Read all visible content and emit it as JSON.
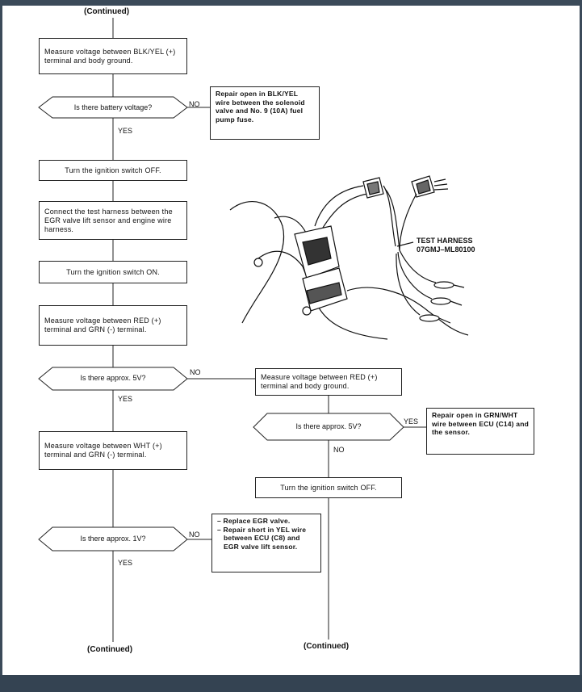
{
  "continued_top": "(Continued)",
  "continued_bottom_left": "(Continued)",
  "continued_bottom_right": "(Continued)",
  "steps": {
    "s1": "Measure voltage between BLK/YEL (+) terminal and body ground.",
    "s2": "Turn the ignition switch OFF.",
    "s3": "Connect the test harness between the EGR valve lift sensor and engine wire harness.",
    "s4": "Turn the ignition switch ON.",
    "s5": "Measure voltage between RED (+) terminal and GRN (-) terminal.",
    "s6": "Measure voltage between WHT (+) terminal and GRN (-) terminal.",
    "r1": "Measure voltage between RED (+) terminal and body ground.",
    "r2": "Turn the ignition switch OFF."
  },
  "decisions": {
    "d1": "Is there battery voltage?",
    "d2": "Is there approx. 5V?",
    "d3": "Is there approx. 1V?",
    "d4": "Is there approx. 5V?"
  },
  "answers": {
    "yes": "YES",
    "no": "NO"
  },
  "repairs": {
    "rep1": "Repair open in BLK/YEL wire between the solenoid valve and No. 9 (10A) fuel pump fuse.",
    "rep2": "Repair open in GRN/WHT wire between ECU (C14) and the sensor.",
    "rep3a": "– Replace EGR valve.",
    "rep3b": "– Repair short in YEL wire between ECU (C8) and EGR valve lift sensor."
  },
  "illustration": {
    "label_line1": "TEST HARNESS",
    "label_line2": "07GMJ–ML80100"
  }
}
